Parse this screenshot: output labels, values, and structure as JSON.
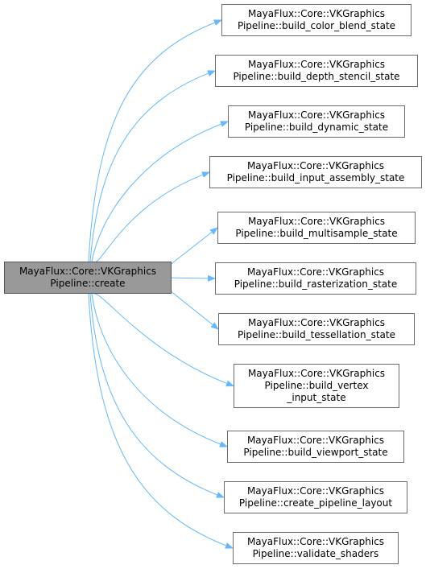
{
  "colors": {
    "edge": "#63b8ff",
    "node_border": "#6b6b6b",
    "root_fill": "#999999",
    "node_fill": "#ffffff"
  },
  "root": {
    "lines": [
      "MayaFlux::Core::VKGraphics",
      "Pipeline::create"
    ]
  },
  "callees": [
    {
      "lines": [
        "MayaFlux::Core::VKGraphics",
        "Pipeline::build_color_blend_state"
      ]
    },
    {
      "lines": [
        "MayaFlux::Core::VKGraphics",
        "Pipeline::build_depth_stencil_state"
      ]
    },
    {
      "lines": [
        "MayaFlux::Core::VKGraphics",
        "Pipeline::build_dynamic_state"
      ]
    },
    {
      "lines": [
        "MayaFlux::Core::VKGraphics",
        "Pipeline::build_input_assembly_state"
      ]
    },
    {
      "lines": [
        "MayaFlux::Core::VKGraphics",
        "Pipeline::build_multisample_state"
      ]
    },
    {
      "lines": [
        "MayaFlux::Core::VKGraphics",
        "Pipeline::build_rasterization_state"
      ]
    },
    {
      "lines": [
        "MayaFlux::Core::VKGraphics",
        "Pipeline::build_tessellation_state"
      ]
    },
    {
      "lines": [
        "MayaFlux::Core::VKGraphics",
        "Pipeline::build_vertex",
        "_input_state"
      ]
    },
    {
      "lines": [
        "MayaFlux::Core::VKGraphics",
        "Pipeline::build_viewport_state"
      ]
    },
    {
      "lines": [
        "MayaFlux::Core::VKGraphics",
        "Pipeline::create_pipeline_layout"
      ]
    },
    {
      "lines": [
        "MayaFlux::Core::VKGraphics",
        "Pipeline::validate_shaders"
      ]
    }
  ]
}
